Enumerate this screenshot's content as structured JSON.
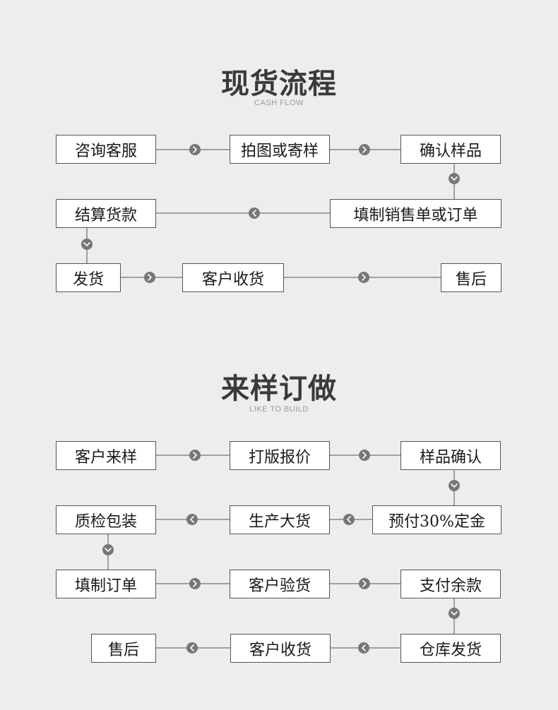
{
  "colors": {
    "background": "#ededed",
    "box_border": "#555555",
    "connector": "#555555",
    "arrow_fill": "#777777",
    "title": "#3a3a3a",
    "subtitle": "#9a9a9a"
  },
  "sections": [
    {
      "title": "现货流程",
      "subtitle": "CASH FLOW",
      "steps": [
        "咨询客服",
        "拍图或寄样",
        "确认样品",
        "填制销售单或订单",
        "结算货款",
        "发货",
        "客户收货",
        "售后"
      ]
    },
    {
      "title": "来样订做",
      "subtitle": "LIKE TO BUILD",
      "steps": [
        "客户来样",
        "打版报价",
        "样品确认",
        "预付30%定金",
        "生产大货",
        "质检包装",
        "填制订单",
        "客户验货",
        "支付余款",
        "仓库发货",
        "客户收货",
        "售后"
      ]
    }
  ]
}
